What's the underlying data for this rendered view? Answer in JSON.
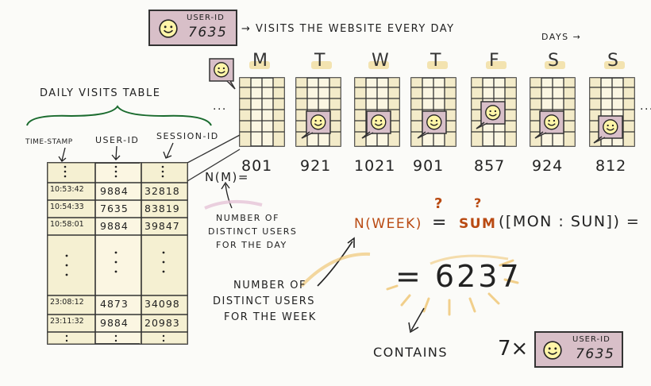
{
  "header": {
    "card_label": "USER-ID",
    "card_id": "7635",
    "description": "→ VISITS THE WEBSITE EVERY DAY",
    "days_label": "DAYS →"
  },
  "days": [
    {
      "letter": "M",
      "count": "801"
    },
    {
      "letter": "T",
      "count": "921"
    },
    {
      "letter": "W",
      "count": "1021"
    },
    {
      "letter": "T",
      "count": "901"
    },
    {
      "letter": "F",
      "count": "857"
    },
    {
      "letter": "S",
      "count": "924"
    },
    {
      "letter": "S",
      "count": "812"
    }
  ],
  "ellipsis_left": "...",
  "ellipsis_right": "...",
  "table": {
    "title": "DAILY VISITS TABLE",
    "columns": [
      "TIME-STAMP",
      "USER-ID",
      "SESSION-ID"
    ],
    "rows_top": [
      [
        "10:53:42",
        "9884",
        "32818"
      ],
      [
        "10:54:33",
        "7635",
        "83819"
      ],
      [
        "10:58:01",
        "9884",
        "39847"
      ]
    ],
    "rows_bottom": [
      [
        "23:08:12",
        "4873",
        "34098"
      ],
      [
        "23:11:32",
        "9884",
        "20983"
      ]
    ]
  },
  "daily": {
    "formula": "N(M)=",
    "note_line1": "NUMBER OF",
    "note_line2": "DISTINCT USERS",
    "note_line3": "FOR THE DAY"
  },
  "weekly": {
    "formula_left": "N(WEEK)",
    "formula_eq": "=",
    "formula_sum": "SUM",
    "formula_range": "([MON : SUN]) =",
    "question": "?",
    "result": "= 6237",
    "note_line1": "NUMBER OF",
    "note_line2": "DISTINCT USERS",
    "note_line3": "FOR THE WEEK",
    "contains": "CONTAINS",
    "times": "7×",
    "card_label": "USER-ID",
    "card_id": "7635"
  },
  "colors": {
    "card_fill": "#d8bfc8",
    "highlight": "#f3e3b0",
    "accent": "#b94a12"
  }
}
